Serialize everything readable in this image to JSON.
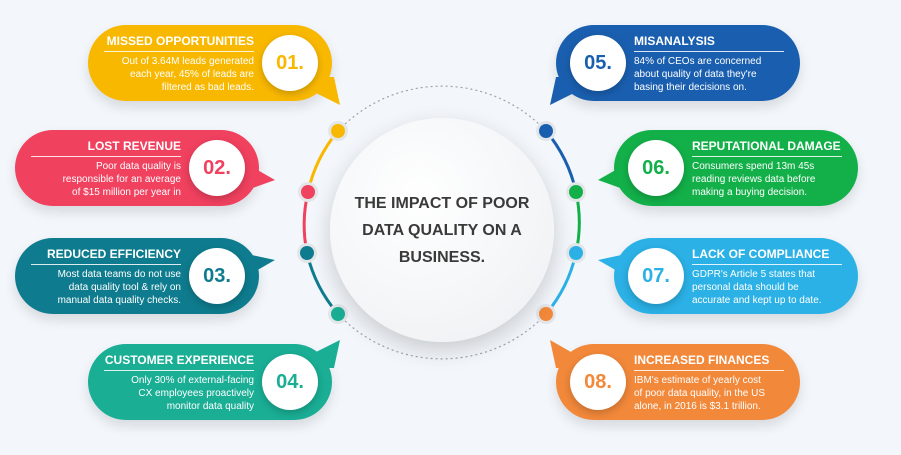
{
  "center_title": "THE IMPACT OF POOR DATA QUALITY ON A BUSINESS.",
  "items": [
    {
      "number": "01.",
      "title": "MISSED OPPORTUNITIES",
      "lines": [
        "Out of 3.64M leads generated",
        "each year, 45% of leads are",
        "filtered as bad leads."
      ],
      "color": "#f9b800"
    },
    {
      "number": "02.",
      "title": "LOST REVENUE",
      "lines": [
        "Poor data quality is",
        "responsible for an average",
        "of $15 million per year in"
      ],
      "color": "#f0415f"
    },
    {
      "number": "03.",
      "title": "REDUCED EFFICIENCY",
      "lines": [
        "Most data teams do not use",
        "data quality tool & rely on",
        "manual data quality checks."
      ],
      "color": "#0e7c8e"
    },
    {
      "number": "04.",
      "title": "CUSTOMER EXPERIENCE",
      "lines": [
        "Only 30% of external-facing",
        "CX employees proactively",
        "monitor data quality"
      ],
      "color": "#1aae95"
    },
    {
      "number": "05.",
      "title": "MISANALYSIS",
      "lines": [
        "84% of CEOs are concerned",
        "about quality of data they're",
        "basing their decisions on."
      ],
      "color": "#1a5faf"
    },
    {
      "number": "06.",
      "title": "REPUTATIONAL DAMAGE",
      "lines": [
        "Consumers spend 13m 45s",
        "reading reviews data before",
        "making a buying decision."
      ],
      "color": "#13b04a"
    },
    {
      "number": "07.",
      "title": "LACK OF COMPLIANCE",
      "lines": [
        "GDPR's Article 5 states that",
        "personal data should be",
        "accurate and kept up to date."
      ],
      "color": "#2bb1e6"
    },
    {
      "number": "08.",
      "title": "INCREASED FINANCES",
      "lines": [
        "IBM's estimate of yearly cost",
        "of poor data quality, in the US",
        "alone, in 2016 is $3.1 trillion."
      ],
      "color": "#f2883a"
    }
  ]
}
